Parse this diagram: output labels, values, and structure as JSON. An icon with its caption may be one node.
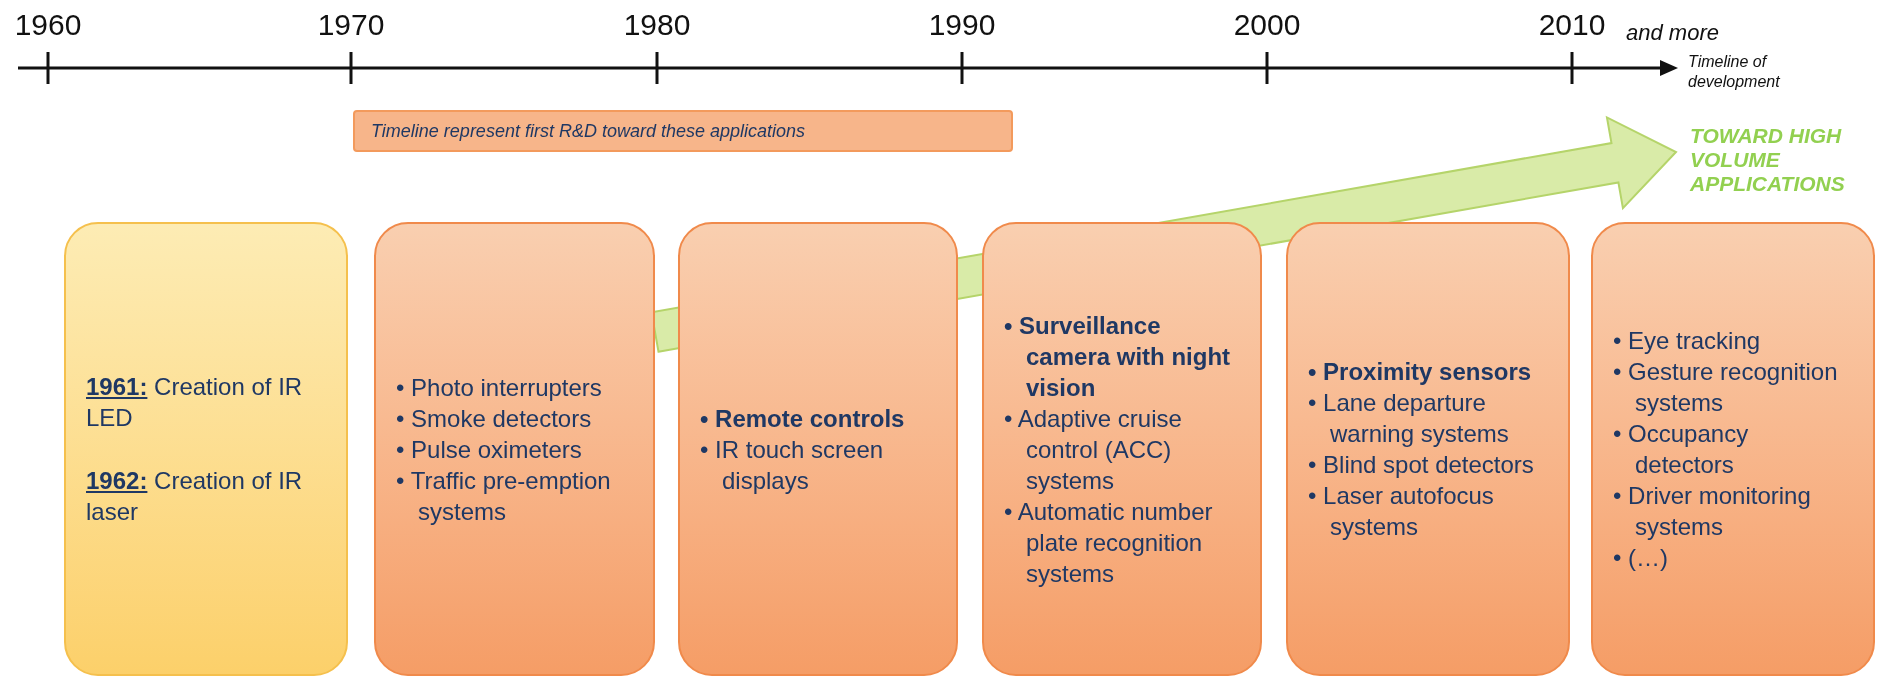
{
  "diagram": {
    "nodes": [
      {
        "text": [
          "**1961:** Creation of IR LED",
          "**1962:** Creation of IR laser"
        ]
      },
      {
        "text": [
          "• Photo interrupters",
          "• Smoke detectors",
          "• Pulse oximeters",
          "• Traffic pre-emption systems"
        ]
      },
      {
        "text": [
          "• Remote controls",
          "• IR touch screen displays"
        ]
      },
      {
        "text": [
          "• Surveillance camera with night vision",
          "• Adaptive cruise control (ACC) systems",
          "• Automatic number plate recognition systems"
        ]
      },
      {
        "text": [
          "• Proximity sensors",
          "• Lane departure warning systems",
          "• Blind spot detectors",
          "• Laser autofocus systems"
        ]
      },
      {
        "text": [
          "• Eye tracking",
          "• Gesture recognition systems",
          "• Occupancy detectors",
          "• Driver monitoring systems",
          "• (…)"
        ]
      },
      {
        "text": [
          "TOWARD HIGH VOLUME APPLICATIONS"
        ]
      }
    ],
    "edges": [
      {
        "from": 1,
        "to": 6,
        "arrow": "to",
        "style": "thick"
      }
    ],
    "labels": [
      "1960",
      "1970",
      "1980",
      "1990",
      "2000",
      "2010",
      "and more",
      "Timeline of development",
      "Timeline represent first R&D toward these applications"
    ]
  }
}
